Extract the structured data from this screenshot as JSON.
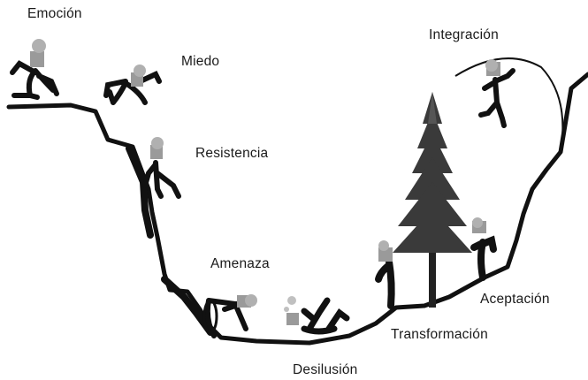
{
  "stages": {
    "emocion": "Emoción",
    "miedo": "Miedo",
    "resistencia": "Resistencia",
    "amenaza": "Amenaza",
    "desilusion": "Desilusión",
    "transformacion": "Transformación",
    "aceptacion": "Aceptación",
    "integracion": "Integración"
  },
  "colors": {
    "ink": "#111111",
    "hair": "#9a9a9a",
    "text": "#1a1a1a",
    "tree": "#3a3a3a"
  }
}
